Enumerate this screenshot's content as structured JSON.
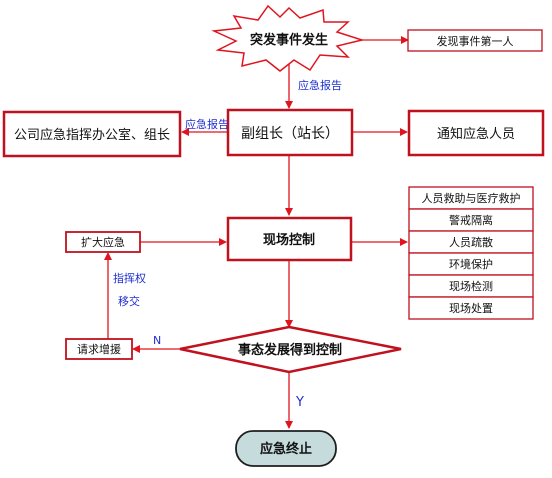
{
  "diagram": {
    "title": "",
    "nodes": {
      "sudden_event": "突发事件发生",
      "first_discoverer": "发现事件第一人",
      "deputy_leader": "副组长（站长）",
      "company_office": "公司应急指挥办公室、组长",
      "notify_staff": "通知应急人员",
      "site_control": "现场控制",
      "expand_response": "扩大应急",
      "request_support": "请求增援",
      "decision": "事态发展得到控制",
      "end": "应急终止"
    },
    "actions": [
      "人员救助与医疗救护",
      "警戒隔离",
      "人员疏散",
      "环境保护",
      "现场检测",
      "现场处置"
    ],
    "edge_labels": {
      "report_down": "应急报告",
      "report_left": "应急报告",
      "transfer_line1": "指挥权",
      "transfer_line2": "移交",
      "no": "N",
      "yes": "Y"
    },
    "colors": {
      "border": "#c0111f",
      "arrow": "#e0141e",
      "label": "#1f2fd0",
      "terminal_fill": "#c5dbdc"
    }
  }
}
